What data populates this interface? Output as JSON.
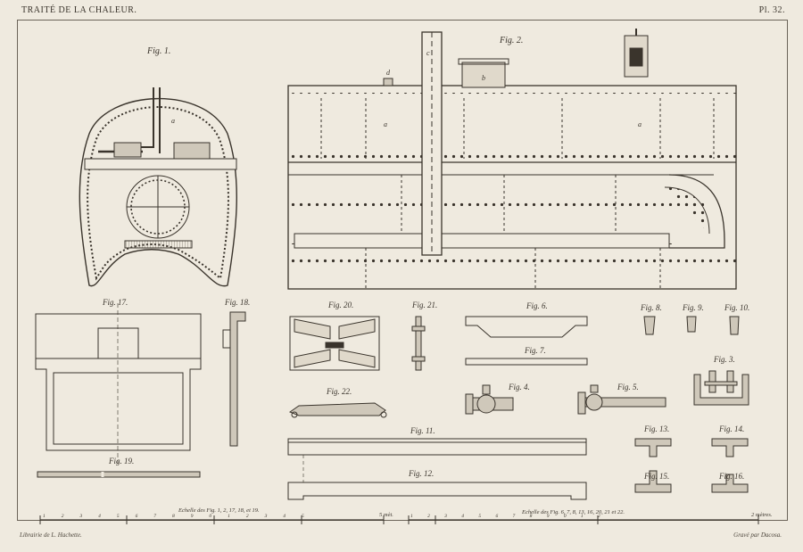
{
  "header": {
    "title": "TRAITÉ DE LA CHALEUR.",
    "plate": "Pl. 32."
  },
  "figures": {
    "fig1": "Fig. 1.",
    "fig2": "Fig. 2.",
    "fig3": "Fig. 3.",
    "fig4": "Fig. 4.",
    "fig5": "Fig. 5.",
    "fig6": "Fig. 6.",
    "fig7": "Fig. 7.",
    "fig8": "Fig. 8.",
    "fig9": "Fig. 9.",
    "fig10": "Fig. 10.",
    "fig11": "Fig. 11.",
    "fig12": "Fig. 12.",
    "fig13": "Fig. 13.",
    "fig14": "Fig. 14.",
    "fig15": "Fig. 15.",
    "fig16": "Fig. 16.",
    "fig17": "Fig. 17.",
    "fig18": "Fig. 18.",
    "fig19": "Fig. 19.",
    "fig20": "Fig. 20.",
    "fig21": "Fig. 21.",
    "fig22": "Fig. 22."
  },
  "part_letters": {
    "a": "a",
    "b": "b",
    "c": "c",
    "d": "d"
  },
  "scales": {
    "left_caption": "Echelle des Fig. 1, 2, 17, 18, et 19.",
    "left_end": "5 mèt.",
    "left_ticks": [
      "1",
      "2",
      "3",
      "4",
      "5",
      "6",
      "7",
      "8",
      "9",
      "0",
      "1",
      "2",
      "3",
      "4",
      "5"
    ],
    "right_caption": "Echelle des Fig. 6, 7, 8, 13, 16, 20, 21 et 22.",
    "right_end": "2 mètres.",
    "right_ticks": [
      "1",
      "2",
      "3",
      "4",
      "5",
      "6",
      "7",
      "8",
      "9",
      "0",
      "1",
      "2"
    ]
  },
  "footer": {
    "publisher": "Librairie de L. Hachette.",
    "engraver": "Gravé par Dacosa."
  },
  "colors": {
    "ink": "#3a342c",
    "paper": "#efeadf",
    "shade": "#cfc8ba"
  }
}
